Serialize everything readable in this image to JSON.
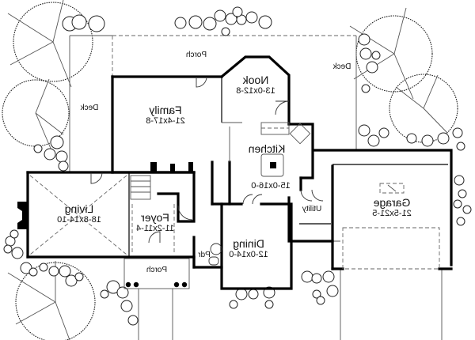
{
  "plan": {
    "orientation": "mirrored",
    "rooms": [
      {
        "id": "family",
        "name": "Family",
        "dims": "21-4x17-8"
      },
      {
        "id": "nook",
        "name": "Nook",
        "dims": "13-0x12-8"
      },
      {
        "id": "kitchen",
        "name": "Kitchen",
        "dims": "15-0x16-0"
      },
      {
        "id": "living",
        "name": "Living",
        "dims": "18-8x14-10"
      },
      {
        "id": "foyer",
        "name": "Foyer",
        "dims": "11-2x11-4"
      },
      {
        "id": "dining",
        "name": "Dining",
        "dims": "12-0x14-0"
      },
      {
        "id": "garage",
        "name": "Garage",
        "dims": "21-5x21-5"
      },
      {
        "id": "utility",
        "name": "Utility",
        "dims": ""
      },
      {
        "id": "powder",
        "name": "Pdr",
        "dims": ""
      }
    ],
    "outdoor": [
      {
        "id": "porch_rear",
        "name": "Porch"
      },
      {
        "id": "deck_left",
        "name": "Deck"
      },
      {
        "id": "deck_right",
        "name": "Deck"
      },
      {
        "id": "porch_front",
        "name": "Porch"
      }
    ],
    "colors": {
      "ink": "#000000",
      "background": "#ffffff"
    }
  }
}
